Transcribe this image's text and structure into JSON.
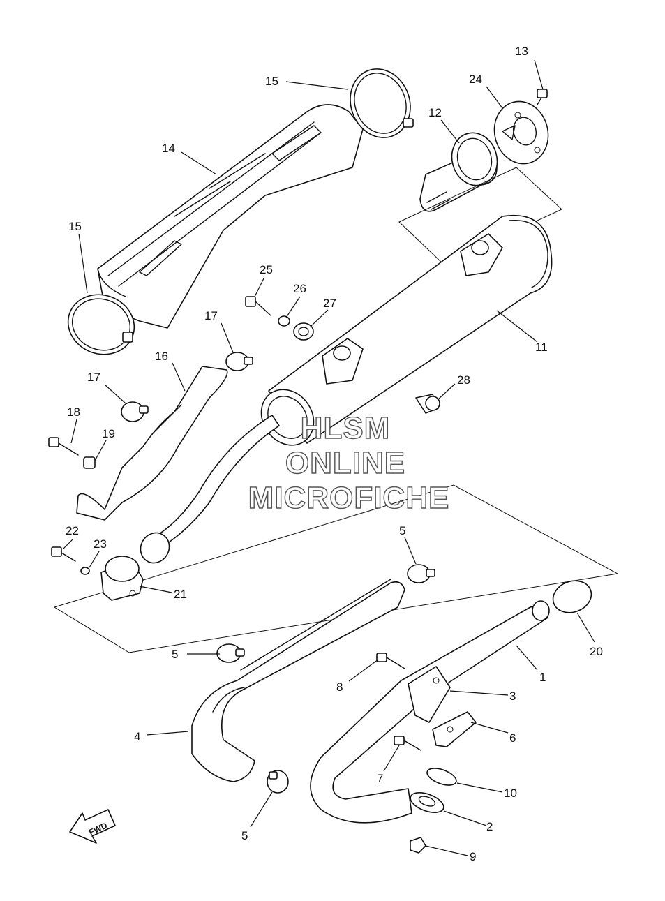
{
  "callouts": {
    "c1": "1",
    "c2": "2",
    "c3": "3",
    "c4": "4",
    "c5a": "5",
    "c5b": "5",
    "c5c": "5",
    "c6": "6",
    "c7": "7",
    "c8": "8",
    "c9": "9",
    "c10": "10",
    "c11": "11",
    "c12": "12",
    "c13": "13",
    "c14": "14",
    "c15a": "15",
    "c15b": "15",
    "c16": "16",
    "c17a": "17",
    "c17b": "17",
    "c18": "18",
    "c19": "19",
    "c20": "20",
    "c21": "21",
    "c22": "22",
    "c23": "23",
    "c24": "24",
    "c25": "25",
    "c26": "26",
    "c27": "27",
    "c28": "28"
  },
  "watermark": {
    "line1": "HLSM",
    "line2": "ONLINE",
    "line3": "MICROFICHE"
  },
  "fwd_label": "FWD"
}
